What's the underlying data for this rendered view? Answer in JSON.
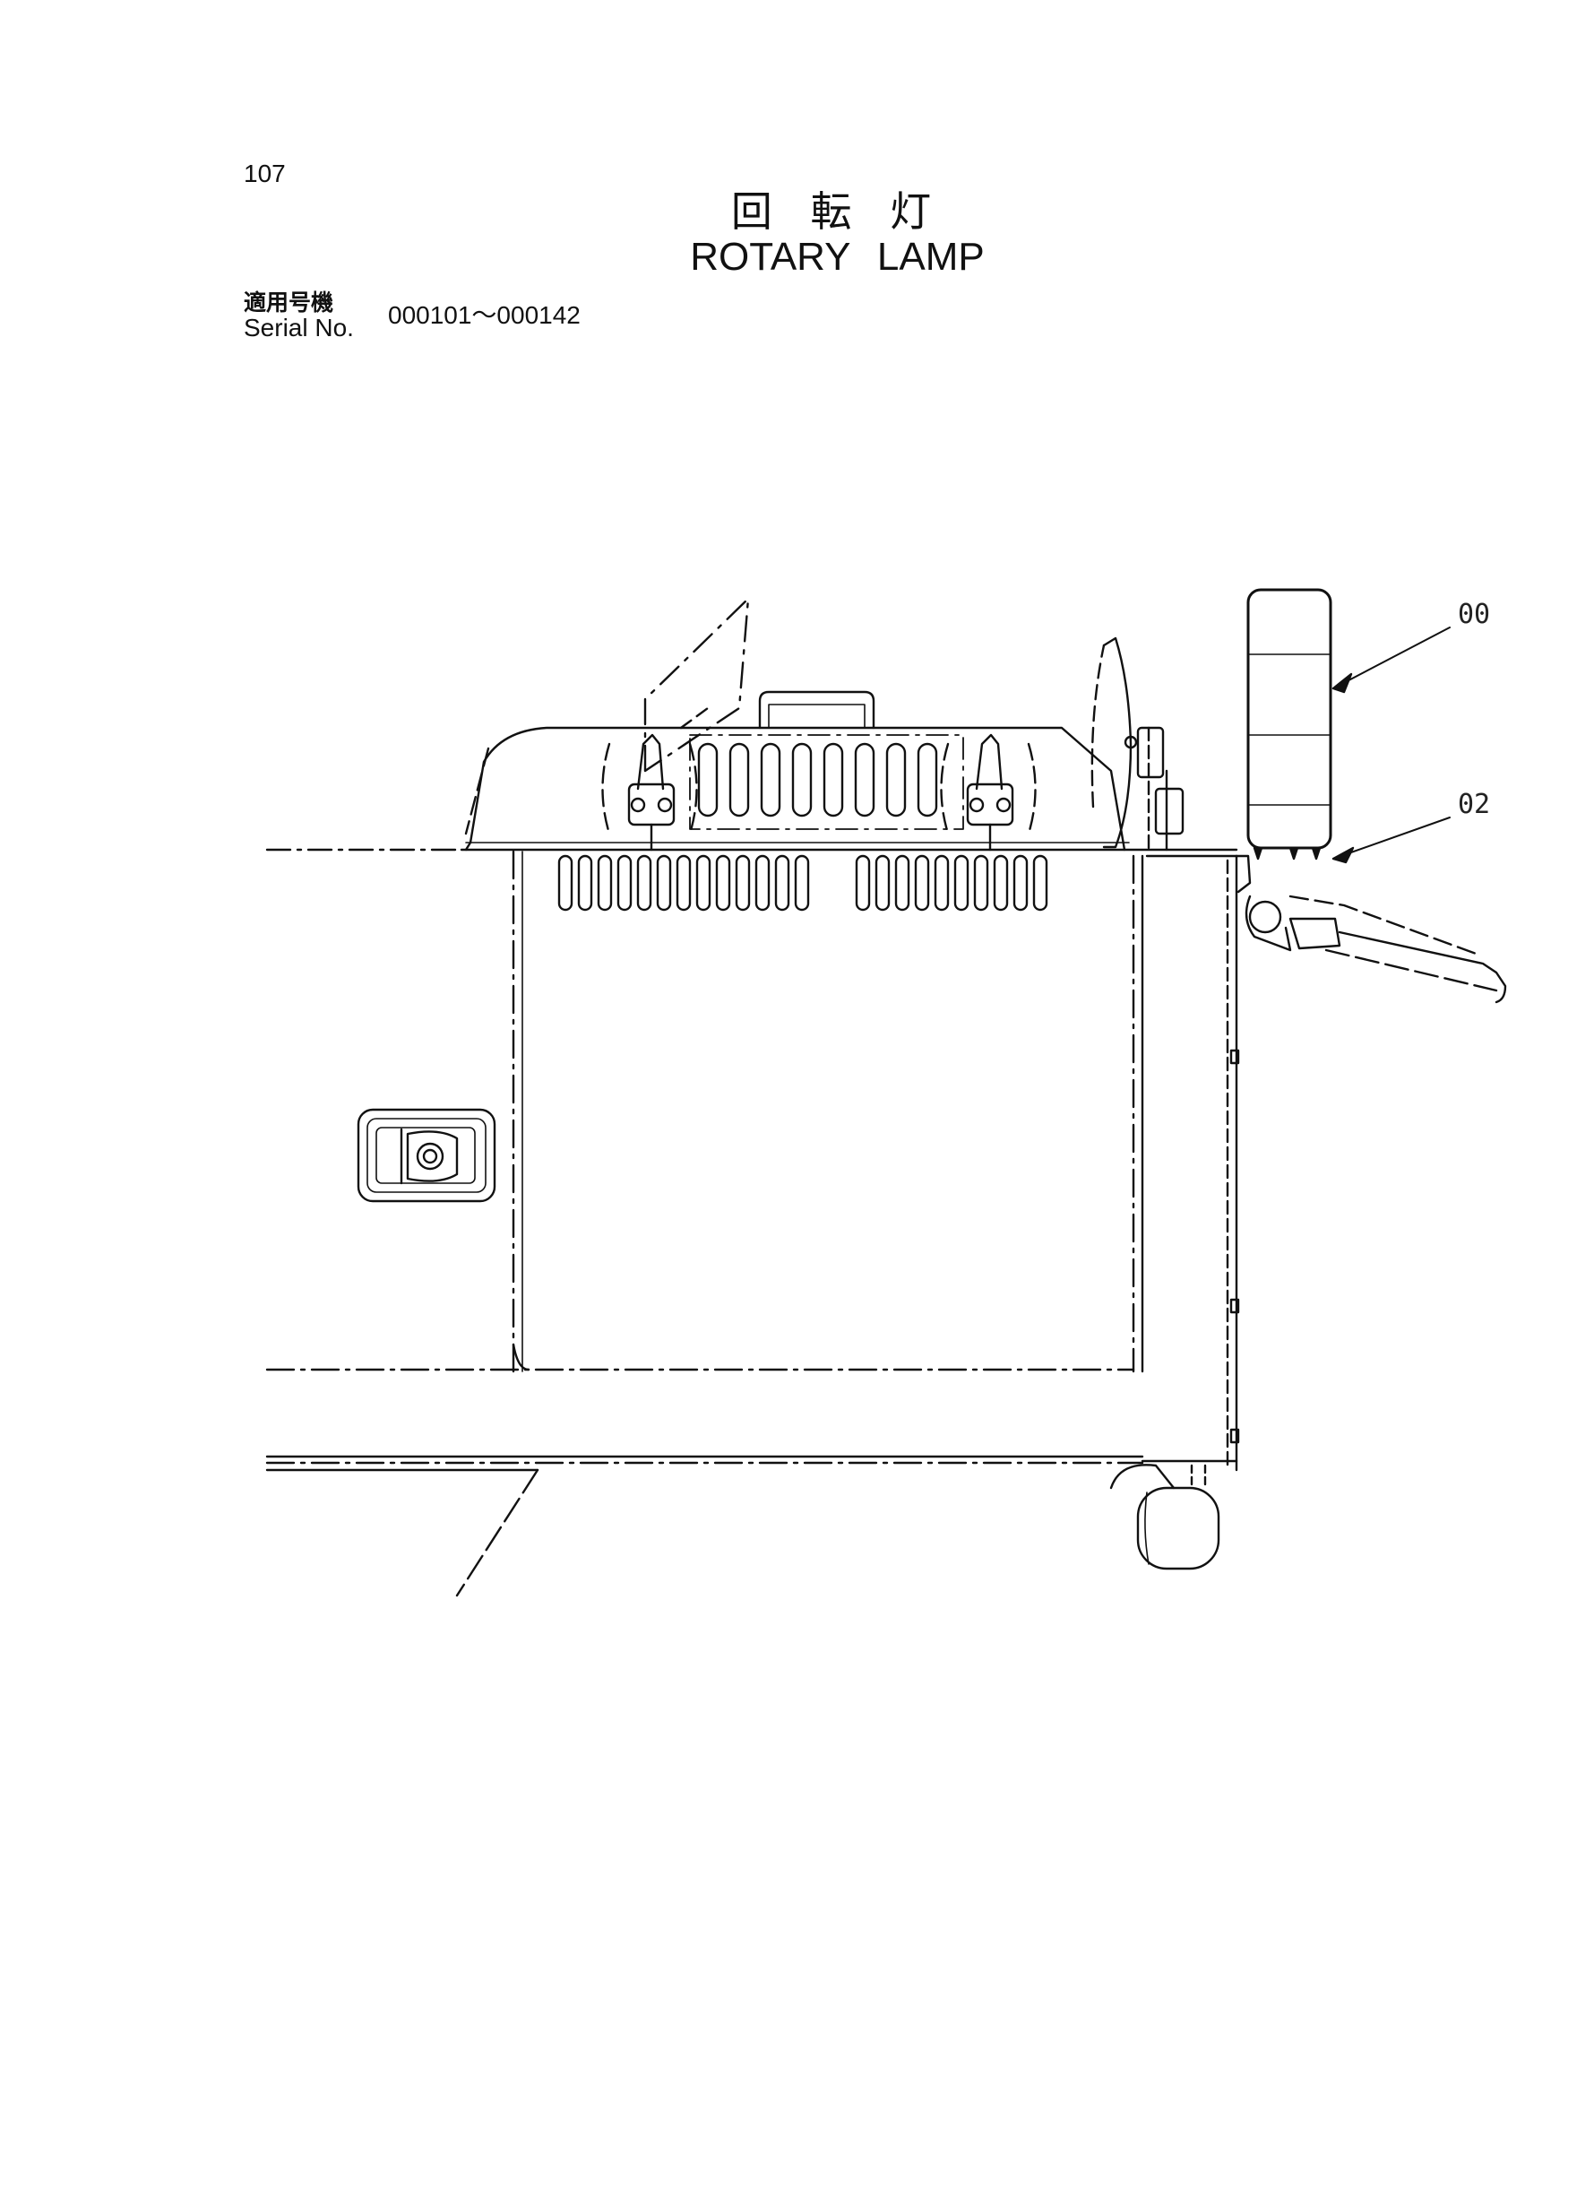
{
  "header": {
    "page_number": "107",
    "title_jp": "回 転 灯",
    "title_en": "ROTARY LAMP",
    "serial_label_jp": "適用号機",
    "serial_label_en": "Serial No.",
    "serial_range": "000101～000142"
  },
  "callouts": {
    "part_00": "00",
    "part_02": "02"
  }
}
